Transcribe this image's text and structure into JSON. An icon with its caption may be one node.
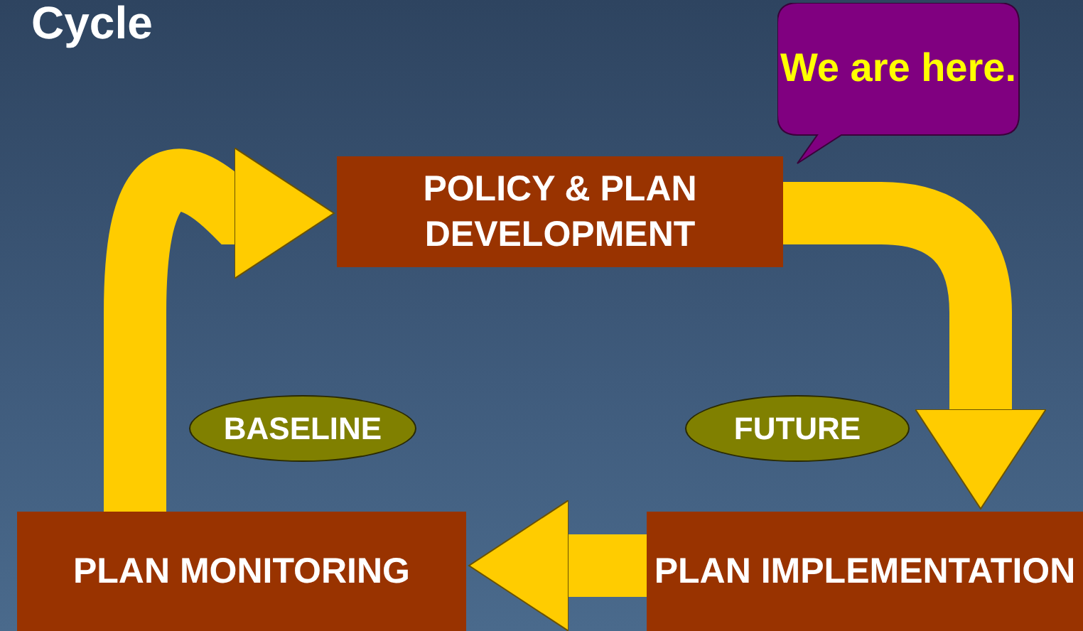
{
  "diagram": {
    "title": "Cycle",
    "nodes": [
      {
        "text": [
          "POLICY & PLAN DEVELOPMENT"
        ]
      },
      {
        "text": [
          "We are here."
        ]
      },
      {
        "text": [
          "PLAN IMPLEMENTATION"
        ]
      },
      {
        "text": [
          "PLAN MONITORING"
        ]
      },
      {
        "text": [
          "BASELINE"
        ]
      },
      {
        "text": [
          "FUTURE"
        ]
      }
    ],
    "edges": [
      {
        "from": 0,
        "to": 2,
        "arrow": "to"
      },
      {
        "from": 2,
        "to": 3,
        "arrow": "to"
      },
      {
        "from": 3,
        "to": 0,
        "arrow": "to"
      }
    ]
  }
}
